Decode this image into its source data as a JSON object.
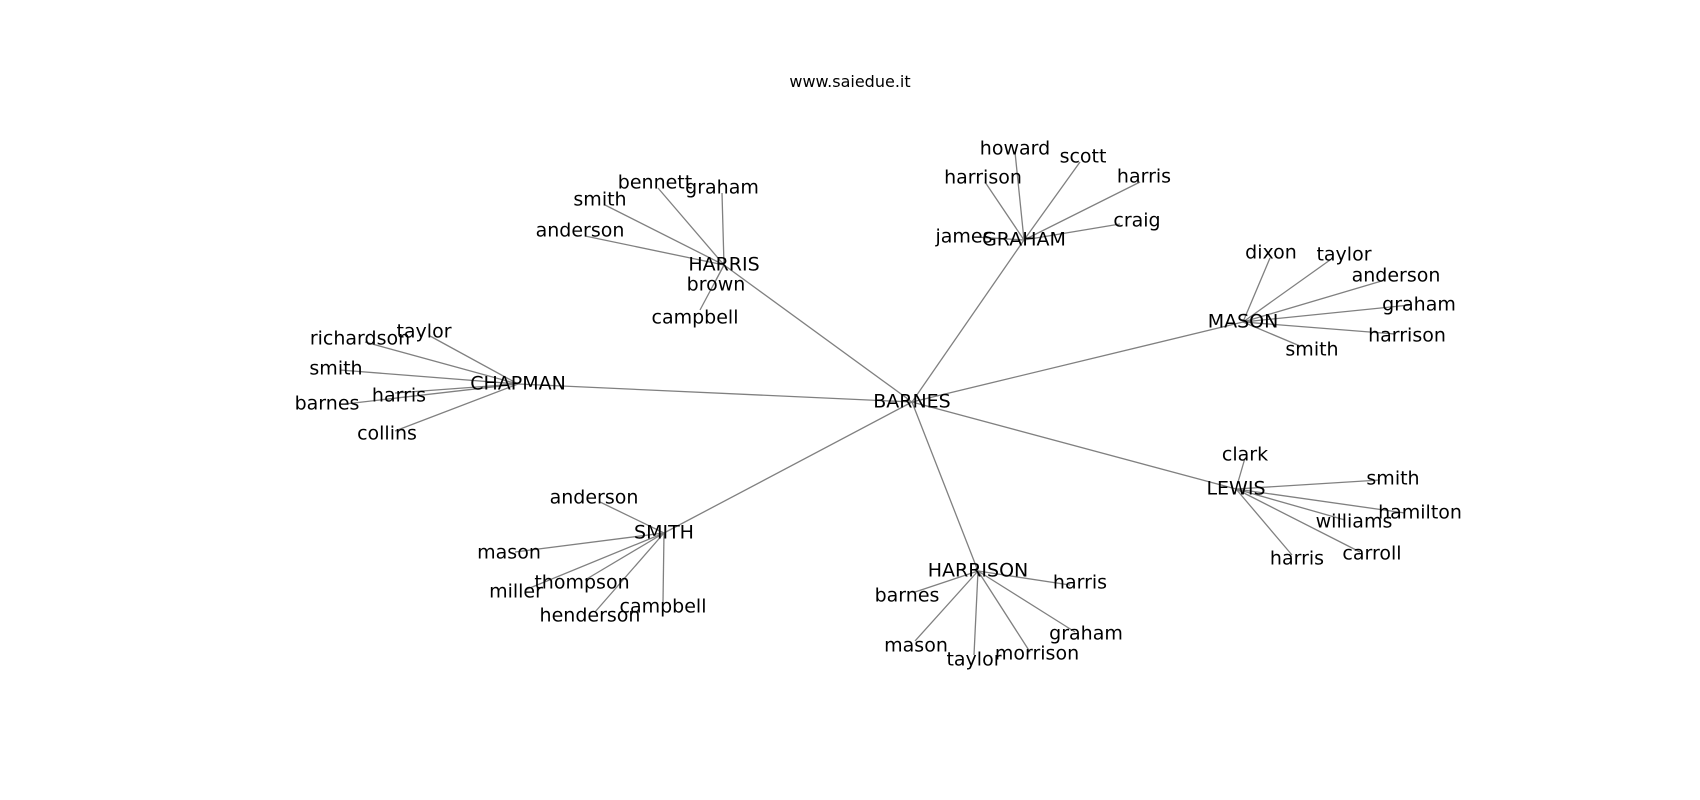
{
  "header": {
    "title": "www.saiedue.it"
  },
  "graph": {
    "root": "BARNES",
    "clusters": [
      {
        "name": "HARRIS",
        "children": [
          "bennett",
          "graham",
          "smith",
          "anderson",
          "brown",
          "campbell"
        ]
      },
      {
        "name": "GRAHAM",
        "children": [
          "howard",
          "scott",
          "harrison",
          "harris",
          "craig",
          "james"
        ]
      },
      {
        "name": "MASON",
        "children": [
          "dixon",
          "taylor",
          "anderson",
          "graham",
          "harrison",
          "smith"
        ]
      },
      {
        "name": "CHAPMAN",
        "children": [
          "taylor",
          "richardson",
          "smith",
          "harris",
          "barnes",
          "collins"
        ]
      },
      {
        "name": "LEWIS",
        "children": [
          "clark",
          "smith",
          "hamilton",
          "williams",
          "carroll",
          "harris"
        ]
      },
      {
        "name": "SMITH",
        "children": [
          "anderson",
          "mason",
          "thompson",
          "miller",
          "henderson",
          "campbell"
        ]
      },
      {
        "name": "HARRISON",
        "children": [
          "harris",
          "barnes",
          "graham",
          "mason",
          "taylor",
          "morrison"
        ]
      }
    ]
  }
}
